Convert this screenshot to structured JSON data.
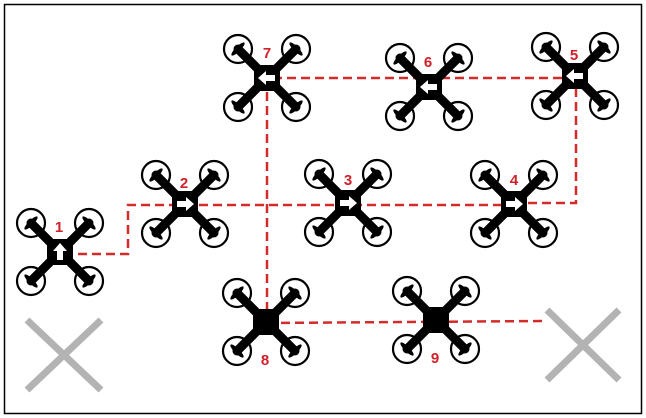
{
  "diagram": {
    "colors": {
      "path": "#d32a2a",
      "drone": "#000000",
      "label": "#d0202a",
      "cross": "#b3b3b3",
      "frame": "#000000"
    },
    "drones": [
      {
        "label": "1",
        "arrow": "up"
      },
      {
        "label": "2",
        "arrow": "right"
      },
      {
        "label": "3",
        "arrow": "right"
      },
      {
        "label": "4",
        "arrow": "right"
      },
      {
        "label": "5",
        "arrow": "left"
      },
      {
        "label": "6",
        "arrow": "left"
      },
      {
        "label": "7",
        "arrow": "left"
      },
      {
        "label": "8",
        "arrow": "none"
      },
      {
        "label": "9",
        "arrow": "none"
      }
    ],
    "markers": [
      {
        "icon": "x-cross-icon"
      },
      {
        "icon": "x-cross-icon"
      }
    ]
  }
}
